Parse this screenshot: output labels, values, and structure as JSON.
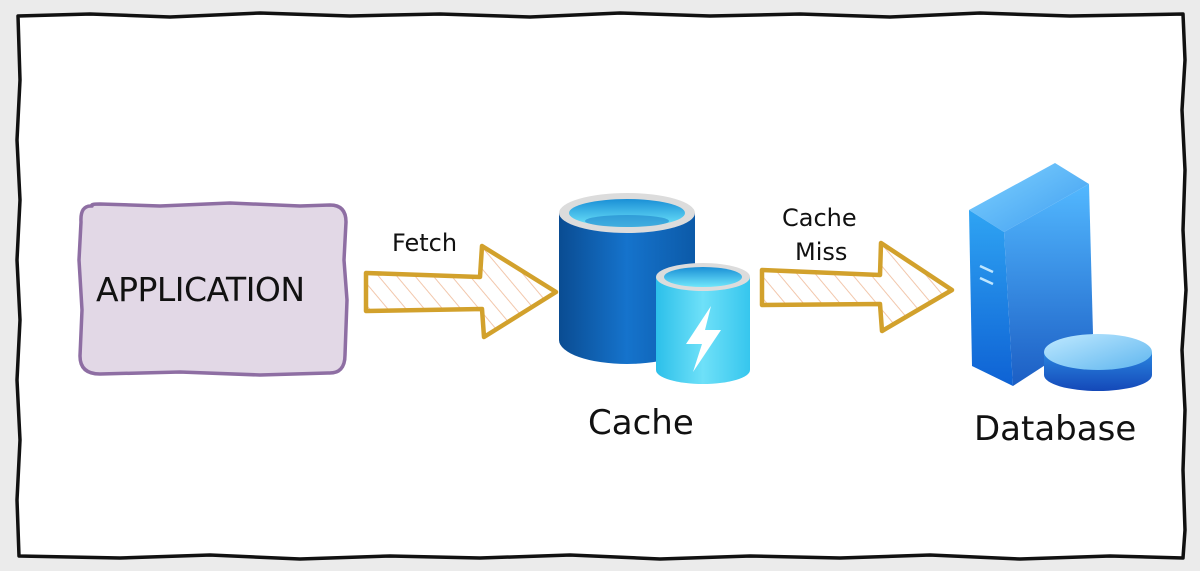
{
  "diagram": {
    "nodes": {
      "application": {
        "label": "APPLICATION"
      },
      "cache": {
        "label": "Cache"
      },
      "database": {
        "label": "Database"
      }
    },
    "edges": {
      "fetch": {
        "from": "application",
        "to": "cache",
        "label": "Fetch"
      },
      "cache_miss": {
        "from": "cache",
        "to": "database",
        "label_line1": "Cache",
        "label_line2": "Miss"
      }
    }
  },
  "colors": {
    "background": "#ebebeb",
    "frame_fill": "#ffffff",
    "frame_stroke": "#111111",
    "app_fill": "#e2d8e6",
    "app_stroke": "#8e6ea3",
    "arrow_stroke": "#d2a12c",
    "arrow_hatch": "#f2c7ac",
    "cache_dark_blue": "#0f66b8",
    "cache_light_blue": "#5fd7f4",
    "database_blue": "#1478e6"
  },
  "icons": {
    "cache": "cache-database-icon",
    "lightning": "lightning-bolt-icon",
    "database": "server-database-icon"
  }
}
